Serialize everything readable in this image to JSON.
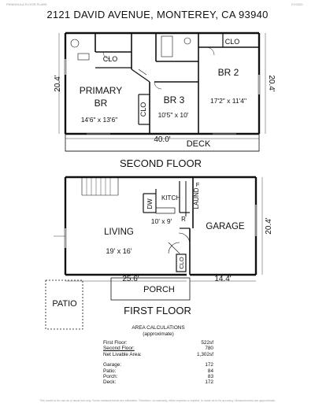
{
  "header": {
    "company": "PENINSULA FLOOR PLANS",
    "date": "07/2020",
    "address": "2121 DAVID AVENUE, MONTEREY, CA  93940"
  },
  "second_floor": {
    "title": "SECOND FLOOR",
    "rooms": {
      "clo_top_right": "CLO",
      "clo_primary": "CLO",
      "primary_l1": "PRIMARY",
      "primary_l2": "BR",
      "primary_dim": "14'6\" x 13'6\"",
      "clo_vertical": "CLO",
      "br3": "BR 3",
      "br3_dim": "10'5\" x 10'",
      "br2": "BR 2",
      "br2_dim": "17'2\" x 11'4\"",
      "deck": "DECK"
    },
    "dims": {
      "left": "20.4'",
      "right": "20.4'",
      "bottom": "40.0'"
    }
  },
  "first_floor": {
    "title": "FIRST FLOOR",
    "rooms": {
      "kitch": "KITCH",
      "dw": "DW",
      "laund": "LAUND",
      "f": "F",
      "r": "R",
      "kitch_dim": "10' x 9'",
      "living": "LIVING",
      "living_dim": "19' x 16'",
      "garage": "GARAGE",
      "clo": "CLO",
      "porch": "PORCH",
      "patio": "PATIO"
    },
    "dims": {
      "garage_right": "20.4'",
      "bottom_left": "25.6'",
      "bottom_right": "14.4'"
    }
  },
  "area": {
    "title": "AREA CALCULATIONS",
    "subtitle": "(approximate)",
    "rows": [
      {
        "label": "First  Floor:",
        "value": "522sf"
      },
      {
        "label": "Second Floor:",
        "value": "780"
      },
      {
        "label": "Net Livable Area:",
        "value": "1,302sf"
      }
    ],
    "rows2": [
      {
        "label": "Garage:",
        "value": "172"
      },
      {
        "label": "Patio:",
        "value": "84"
      },
      {
        "label": "Porch:",
        "value": "83"
      },
      {
        "label": "Deck:",
        "value": "172"
      }
    ]
  },
  "footer": {
    "disclaimer": "This model is for use as a visual tool only. Some measurements are estimates. Therefore, no warranty, either express or implied, is made as to its accuracy. Measurements are approximate."
  }
}
